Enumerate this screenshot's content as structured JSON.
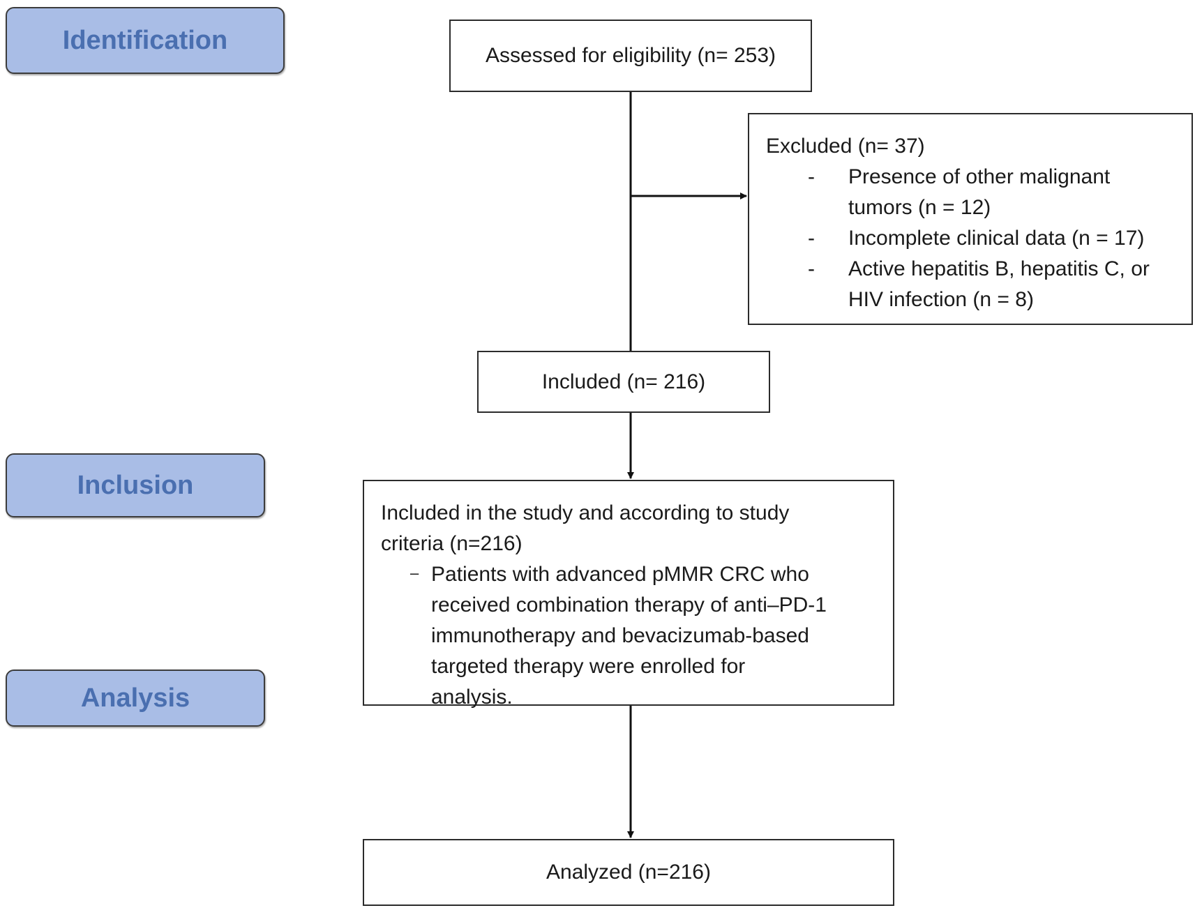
{
  "stages": {
    "identification": "Identification",
    "inclusion": "Inclusion",
    "analysis": "Analysis"
  },
  "boxes": {
    "assessed": "Assessed for eligibility (n= 253)",
    "excluded": {
      "title": "Excluded (n= 37)",
      "items": [
        "Presence of other malignant tumors (n = 12)",
        "Incomplete clinical data (n = 17)",
        "Active hepatitis B, hepatitis C, or HIV infection (n = 8)"
      ]
    },
    "included": "Included (n= 216)",
    "study": {
      "title": "Included in the study and according to study criteria (n=216)",
      "items": [
        "Patients with advanced pMMR CRC who received combination therapy of anti–PD-1 immunotherapy and bevacizumab-based targeted therapy were enrolled for analysis."
      ]
    },
    "analyzed": "Analyzed (n=216)"
  },
  "colors": {
    "stage_fill": "#a9bde6",
    "stage_text": "#4a6fb0",
    "border": "#2b2b2b"
  }
}
